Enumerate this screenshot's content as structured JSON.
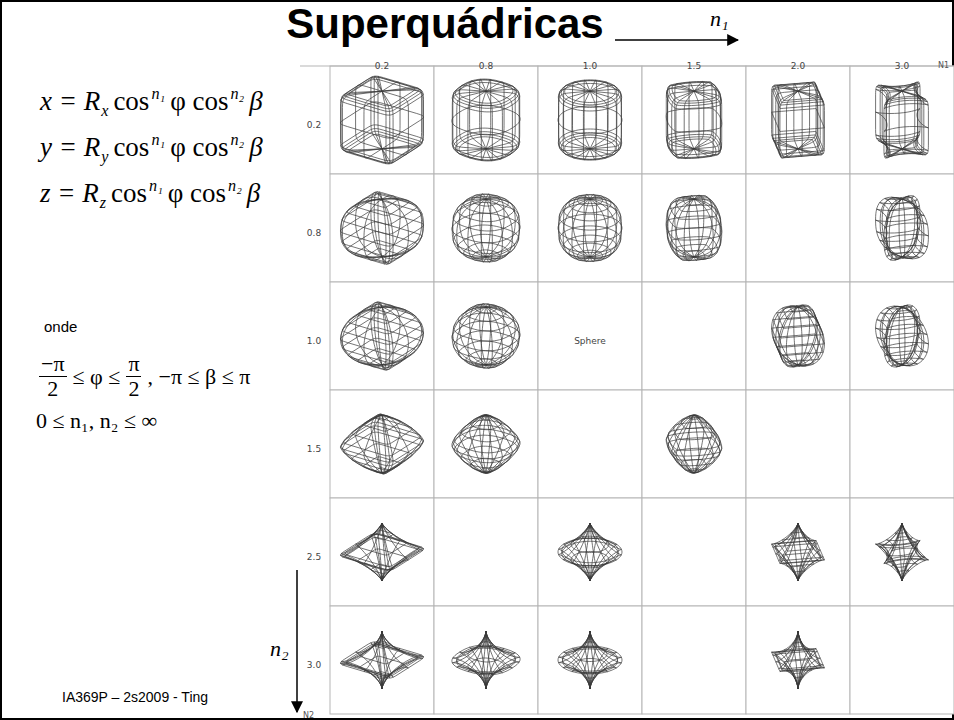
{
  "diagram": {
    "title": "Superquádricas",
    "labels": [
      "n₁",
      "N1",
      "x = R",
      "x",
      "cos",
      "n₁",
      "φ cos",
      "n₂",
      "β",
      "y = R",
      "y",
      "cos",
      "n₁",
      "φ cos",
      "n₂",
      "β",
      "z = R",
      "z",
      "cos",
      "n₁",
      "φ cos",
      "n₂",
      "β",
      "onde",
      "−π",
      "2",
      "≤ φ ≤",
      "π",
      "2",
      ", −π ≤ β ≤ π",
      "0 ≤ n₁, n₂ ≤ ∞",
      "n₂",
      "IA369P – 2s2009 - Ting",
      "0.2",
      "0.8",
      "1.0",
      "1.5",
      "2.0",
      "3.0",
      "0.2",
      "0.8",
      "1.0",
      "1.5",
      "2.5",
      "3.0",
      "Sphere",
      "N2"
    ]
  }
}
